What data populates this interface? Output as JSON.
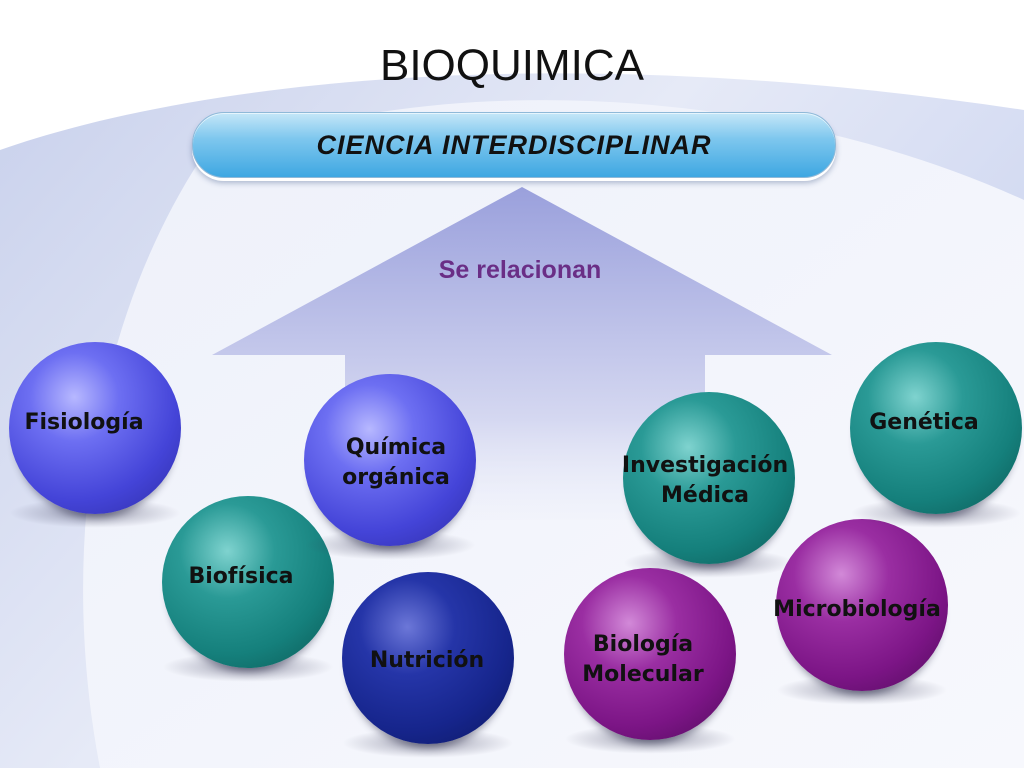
{
  "title": "BIOQUIMICA",
  "banner": "CIENCIA INTERDISCIPLINAR",
  "relation_label": "Se relacionan",
  "colors": {
    "blue": "#4a4ce0",
    "teal": "#1a8a86",
    "navy": "#1a2a95",
    "purple": "#861e90",
    "relation_text": "#6a2e86",
    "arrow": "#a8aee0"
  },
  "spheres": [
    {
      "id": "fisiologia",
      "lines": [
        "Fisiología"
      ],
      "color": "blue"
    },
    {
      "id": "biofisica",
      "lines": [
        "Biofísica"
      ],
      "color": "teal"
    },
    {
      "id": "quimica-organica",
      "lines": [
        "Química",
        "orgánica"
      ],
      "color": "blue"
    },
    {
      "id": "nutricion",
      "lines": [
        "Nutrición"
      ],
      "color": "navy"
    },
    {
      "id": "investigacion-medica",
      "lines": [
        "Investigación",
        "Médica"
      ],
      "color": "teal"
    },
    {
      "id": "biologia-molecular",
      "lines": [
        "Biología",
        "Molecular"
      ],
      "color": "purple"
    },
    {
      "id": "microbiologia",
      "lines": [
        "Microbiología"
      ],
      "color": "purple"
    },
    {
      "id": "genetica",
      "lines": [
        "Genética"
      ],
      "color": "teal"
    }
  ]
}
